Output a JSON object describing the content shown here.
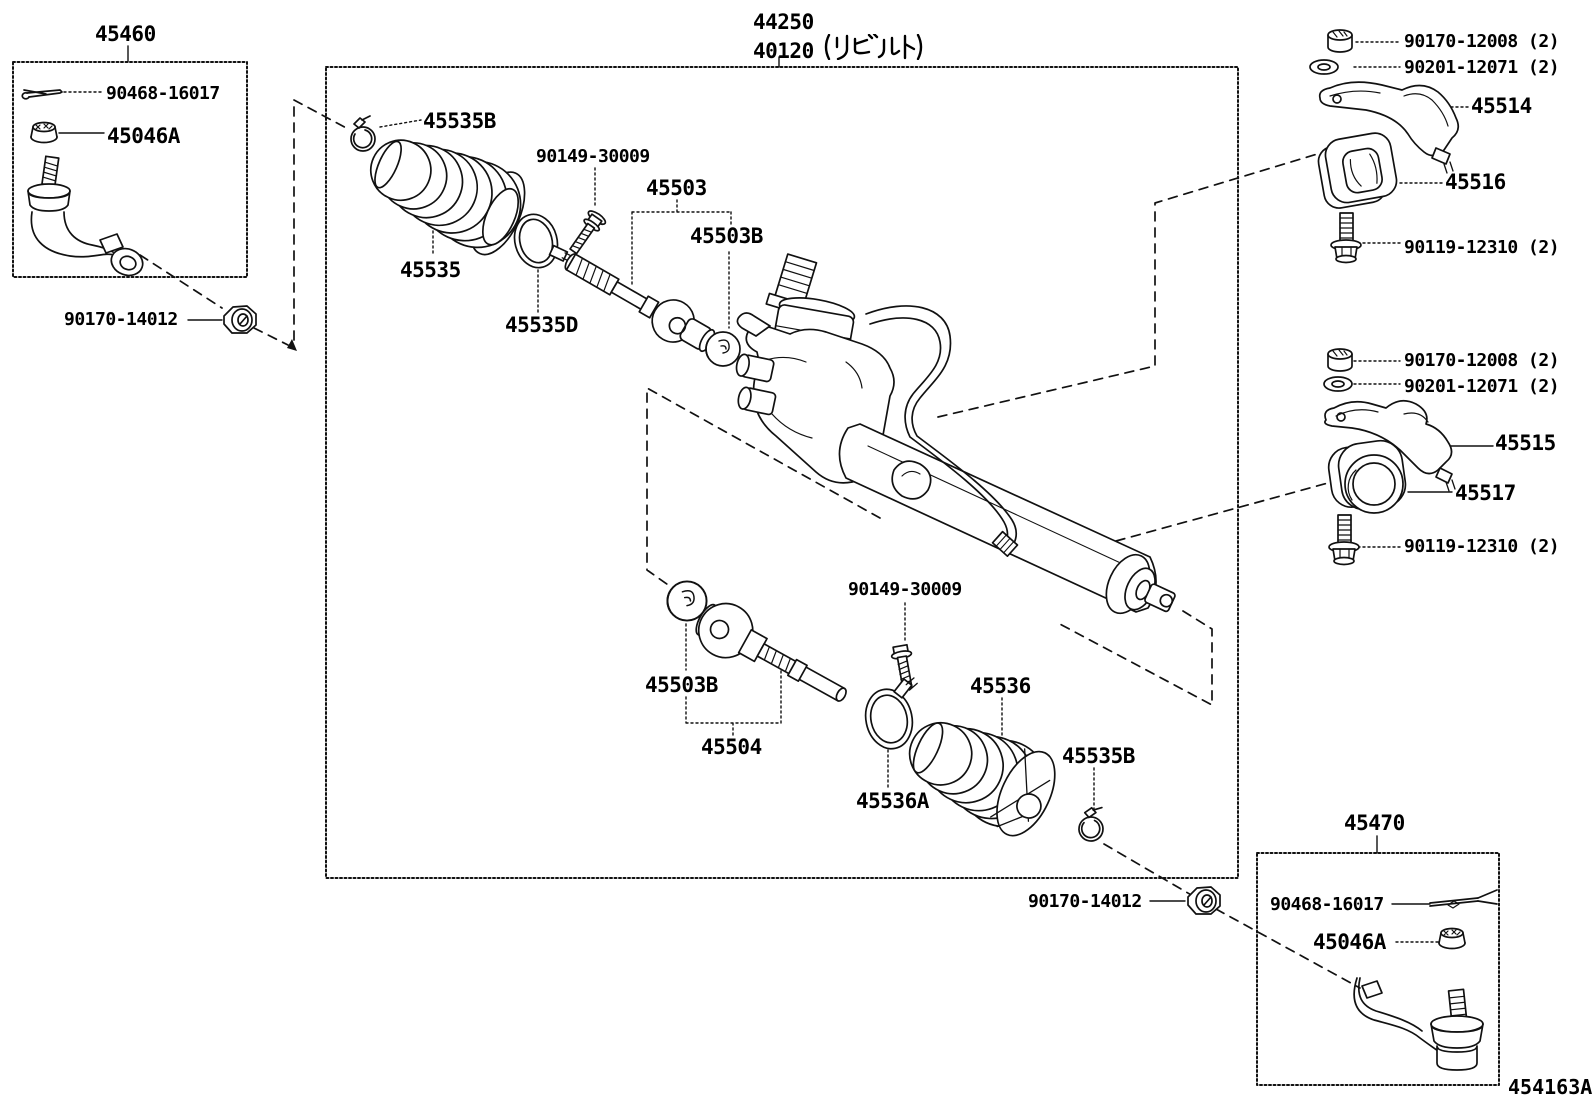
{
  "title": {
    "assembly_no": "44250",
    "alt_no": "40120",
    "alt_note_jp": "(リビルト)",
    "alt_full": "40120 (リビルト)"
  },
  "diagram_code": "454163A",
  "left_box": {
    "assy": "45460",
    "cotter_pin": "90468-16017",
    "castle_nut": "45046A"
  },
  "right_box": {
    "assy": "45470",
    "cotter_pin": "90468-16017",
    "castle_nut": "45046A"
  },
  "locknut_left": "90170-14012",
  "locknut_right": "90170-14012",
  "upper_rod": {
    "clamp": "45535B",
    "boot": "45535",
    "clamp_ring": "45535D",
    "screw": "90149-30009",
    "rod_assy": "45503",
    "claw_washer": "45503B"
  },
  "lower_rod": {
    "claw_washer": "45503B",
    "rod_assy": "45504",
    "screw": "90149-30009",
    "boot": "45536",
    "clamp_ring": "45536A",
    "clamp": "45535B"
  },
  "mount_upper": {
    "nut": "90170-12008 (2)",
    "washer": "90201-12071 (2)",
    "bracket": "45514",
    "grommet": "45516",
    "bolt": "90119-12310 (2)"
  },
  "mount_lower": {
    "nut": "90170-12008 (2)",
    "washer": "90201-12071 (2)",
    "bracket": "45515",
    "bushing": "45517",
    "bolt": "90119-12310 (2)"
  }
}
